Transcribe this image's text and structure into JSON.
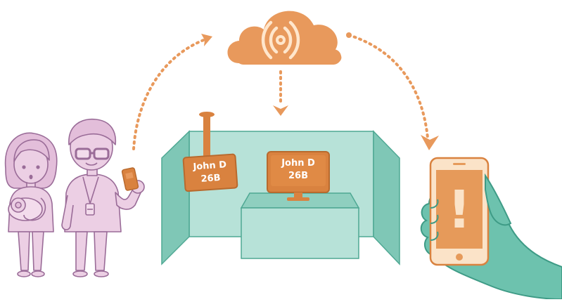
{
  "colors": {
    "orange": "#E8995C",
    "orange_dark": "#C87136",
    "sign_orange": "#D9823F",
    "teal_wall": "#7FC7B6",
    "teal_light": "#B7E2D8",
    "teal_edge": "#4EA893",
    "hand_teal": "#6DC2AE",
    "person_fill": "#ECCFE4",
    "person_stroke": "#9A6C98",
    "phone_body": "#FBE3C8",
    "phone_screen": "#E69A5A",
    "white": "#FFFFFF"
  },
  "icons": {
    "cloud": "cloud-signal-icon",
    "phone": "alert-phone-icon",
    "tag": "rfid-tag-icon"
  },
  "hanging_sign": {
    "line1": "John D",
    "line2": "26B"
  },
  "monitor_sign": {
    "line1": "John D",
    "line2": "26B"
  },
  "phone_alert": {
    "symbol": "!"
  }
}
